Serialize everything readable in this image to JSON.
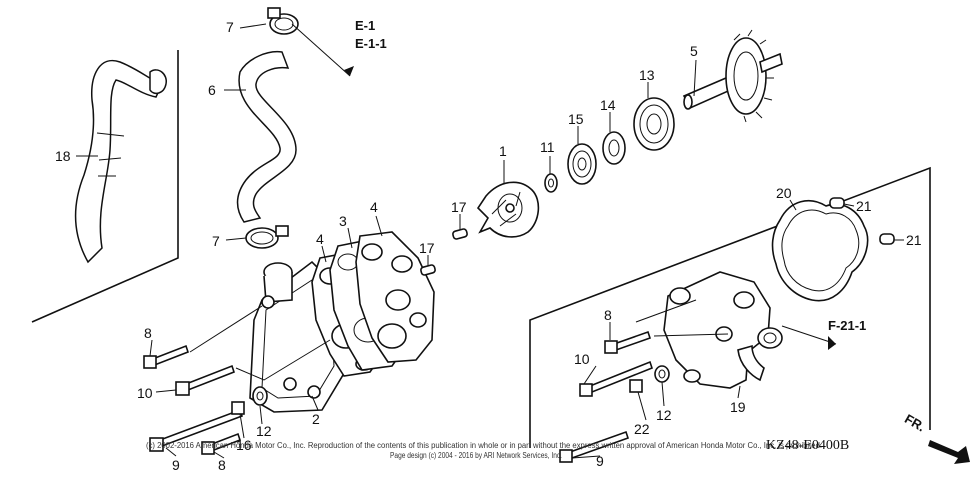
{
  "labels": {
    "p1": "1",
    "p2": "2",
    "p3": "3",
    "p4a": "4",
    "p4b": "4",
    "p5": "5",
    "p6": "6",
    "p7a": "7",
    "p7b": "7",
    "p8a": "8",
    "p8b": "8",
    "p8c": "8",
    "p9a": "9",
    "p9b": "9",
    "p10a": "10",
    "p10b": "10",
    "p11": "11",
    "p12a": "12",
    "p12b": "12",
    "p13": "13",
    "p14": "14",
    "p15": "15",
    "p16": "16",
    "p17a": "17",
    "p17b": "17",
    "p18": "18",
    "p19": "19",
    "p20": "20",
    "p21a": "21",
    "p21b": "21",
    "p22": "22"
  },
  "refs": {
    "e1": "E-1",
    "e11": "E-1-1",
    "f211": "F-21-1"
  },
  "fr_label": "FR.",
  "footer": {
    "copyright": "(c) 2002-2016 American Honda Motor Co., Inc. Reproduction of the contents of this publication in whole or in part without the express written approval of American Honda Motor Co., Inc. is prohibited.",
    "design": "Page design (c) 2004 - 2016 by ARI Network Services, Inc."
  },
  "diagram_code": "KZ48-E0400B"
}
